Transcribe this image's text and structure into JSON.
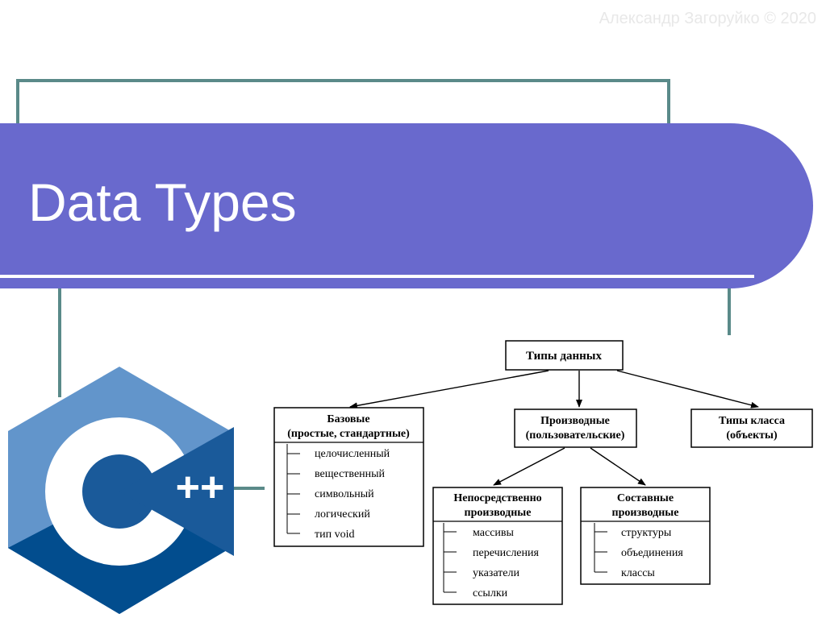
{
  "header": {
    "copyright": "Александр Загоруйко © 2020",
    "title": "Data Types"
  },
  "logo": {
    "symbol": "++"
  },
  "diagram": {
    "root": "Типы данных",
    "base": {
      "line1": "Базовые",
      "line2": "(простые, стандартные)"
    },
    "base_items": [
      "целочисленный",
      "вещественный",
      "символьный",
      "логический",
      "тип void"
    ],
    "derived": {
      "line1": "Производные",
      "line2": "(пользовательские)"
    },
    "class_types": {
      "line1": "Типы класса",
      "line2": "(объекты)"
    },
    "direct": {
      "line1": "Непосредственно",
      "line2": "производные"
    },
    "direct_items": [
      "массивы",
      "перечисления",
      "указатели",
      "ссылки"
    ],
    "composite": {
      "line1": "Составные",
      "line2": "производные"
    },
    "composite_items": [
      "структуры",
      "объединения",
      "классы"
    ]
  },
  "colors": {
    "banner": "#6969cd",
    "frame": "#5a8a89",
    "logo_light": "#6295cb",
    "logo_mid": "#1a5a9a",
    "logo_dark": "#024d8e"
  }
}
